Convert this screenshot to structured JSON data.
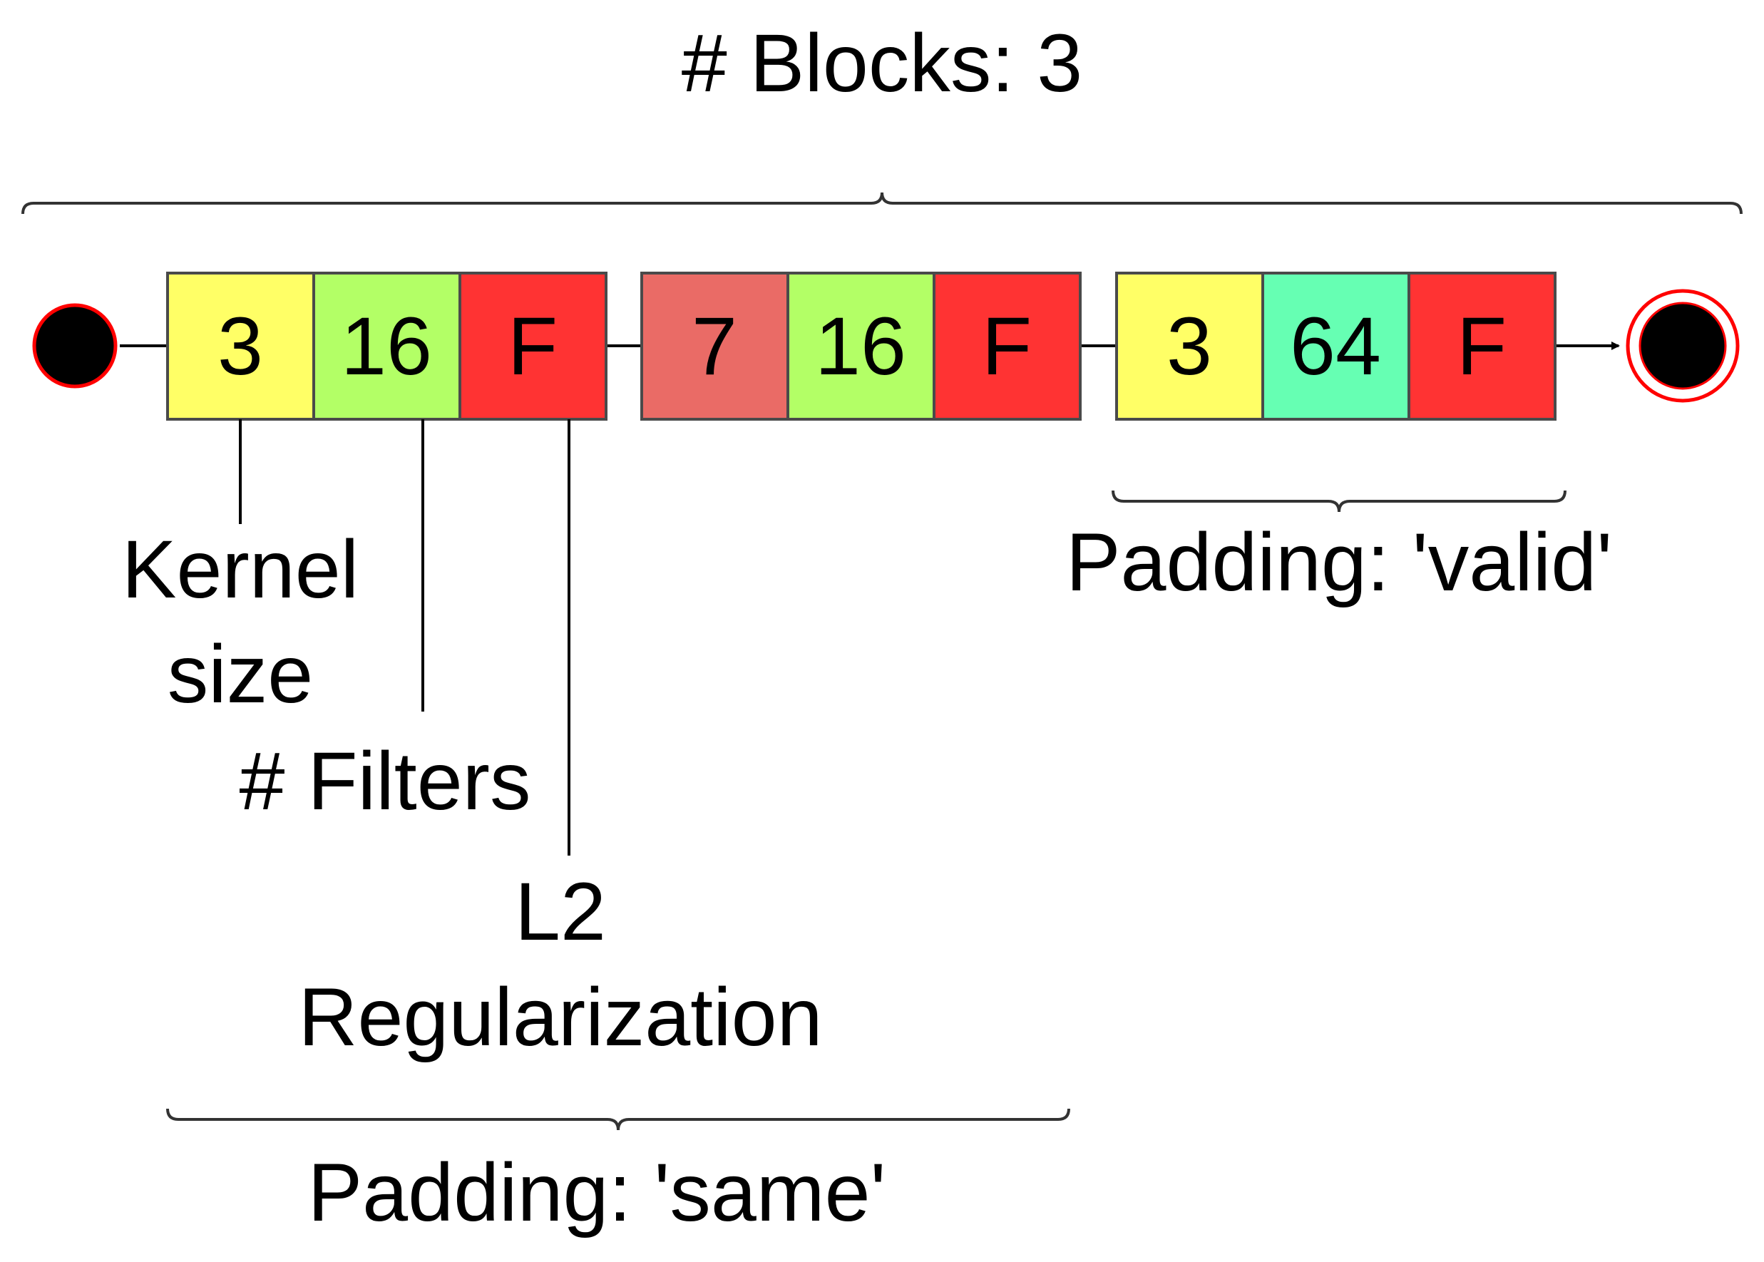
{
  "title": "# Blocks: 3",
  "blocks": [
    {
      "cells": [
        {
          "text": "3",
          "color": "#ffff66"
        },
        {
          "text": "16",
          "color": "#b3ff66"
        },
        {
          "text": "F",
          "color": "#ff3333"
        }
      ]
    },
    {
      "cells": [
        {
          "text": "7",
          "color": "#ea6b66"
        },
        {
          "text": "16",
          "color": "#b3ff66"
        },
        {
          "text": "F",
          "color": "#ff3333"
        }
      ]
    },
    {
      "cells": [
        {
          "text": "3",
          "color": "#ffff66"
        },
        {
          "text": "64",
          "color": "#66ffb3"
        },
        {
          "text": "F",
          "color": "#ff3333"
        }
      ]
    }
  ],
  "annotations": {
    "kernel_size": [
      "Kernel",
      "size"
    ],
    "filters": "# Filters",
    "l2": [
      "L2",
      "Regularization"
    ]
  },
  "padding_same": "Padding: 'same'",
  "padding_valid": "Padding: 'valid'",
  "start_node": {
    "fill": "#000000",
    "stroke": "#ff0000"
  },
  "end_node": {
    "fill": "#000000",
    "stroke": "#ff0000"
  }
}
